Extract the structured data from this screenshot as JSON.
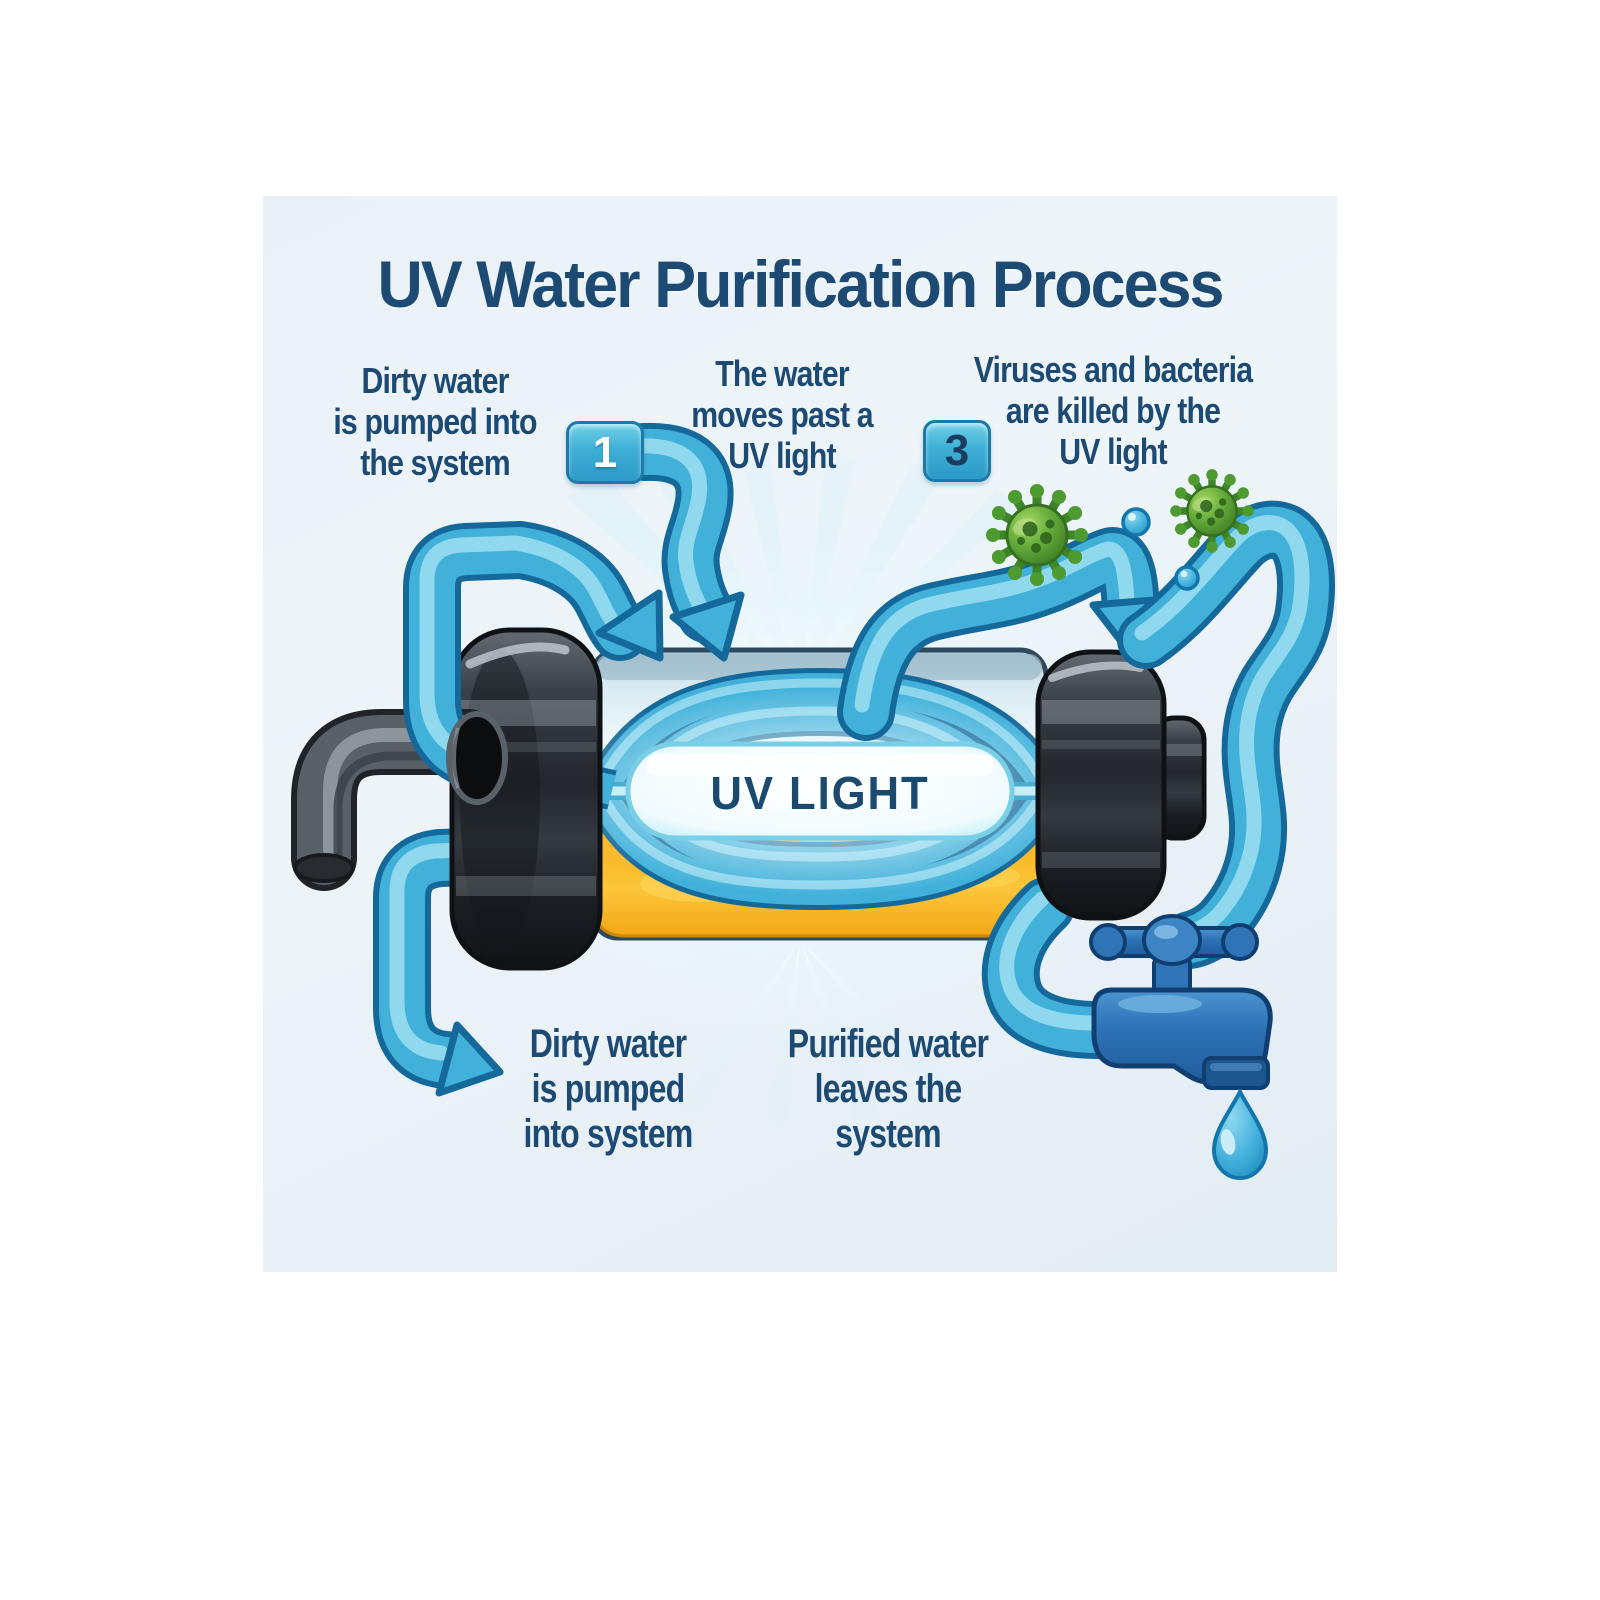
{
  "title": "UV Water Purification Process",
  "steps": [
    {
      "badge": "1",
      "lines": [
        "Dirty water",
        "is pumped into",
        "the system"
      ]
    },
    {
      "lines": [
        "The water",
        "moves past a",
        "UV light"
      ]
    },
    {
      "badge": "3",
      "lines": [
        "Viruses and bacteria",
        "are killed by the",
        "UV light"
      ]
    }
  ],
  "bottom_labels": [
    {
      "lines": [
        "Dirty water",
        "is pumped",
        "into system"
      ]
    },
    {
      "lines": [
        "Purified water",
        "leaves the",
        "system"
      ]
    }
  ],
  "chamber": {
    "lamp_label": "UV LIGHT"
  },
  "icons": [
    "flow-arrow-icon",
    "uv-lamp-icon",
    "virus-icon",
    "water-drop-icon",
    "faucet-icon",
    "pipe-icon"
  ],
  "colors": {
    "navy": "#1c4a73",
    "pipe_blue": "#41b1da",
    "pipe_outline": "#15699a",
    "pipe_highlight": "#9fdff1",
    "faucet_blue": "#2e74b7",
    "faucet_outline": "#113e70",
    "virus_green": "#5fa537",
    "water_yellow": "#f8b31d",
    "badge_blue": "#3fa8d0",
    "cap_dark": "#23272d",
    "canvas_bg": "#e9f1f7"
  }
}
